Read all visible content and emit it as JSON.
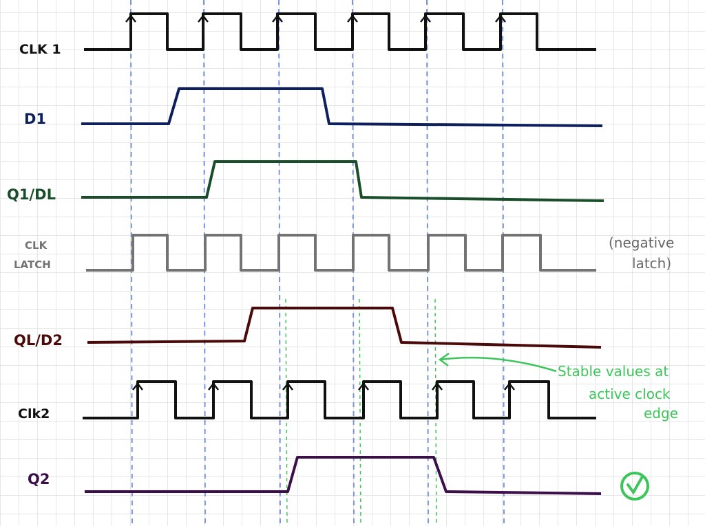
{
  "signals": [
    {
      "label": "CLK 1",
      "color": "#111111",
      "edge_arrows": true
    },
    {
      "label": "D1",
      "color": "#0d1f5c"
    },
    {
      "label": "Q1/DL",
      "color": "#1a4d2a"
    },
    {
      "label_lines": [
        "CLK",
        "LATCH"
      ],
      "color": "#737373"
    },
    {
      "label": "QL/D2",
      "color": "#4a0a0a"
    },
    {
      "label": "Clk2",
      "color": "#111111",
      "edge_arrows": true
    },
    {
      "label": "Q2",
      "color": "#3d0f4a"
    }
  ],
  "annotations": {
    "latch_note": [
      "(negative",
      "latch)"
    ],
    "stable_note": [
      "Stable values at",
      "active clock",
      "edge"
    ],
    "check_icon": "check-circle-icon"
  },
  "colors": {
    "clock_edge_guides": "#7b93e0",
    "stable_guides": "#3cc65a"
  }
}
